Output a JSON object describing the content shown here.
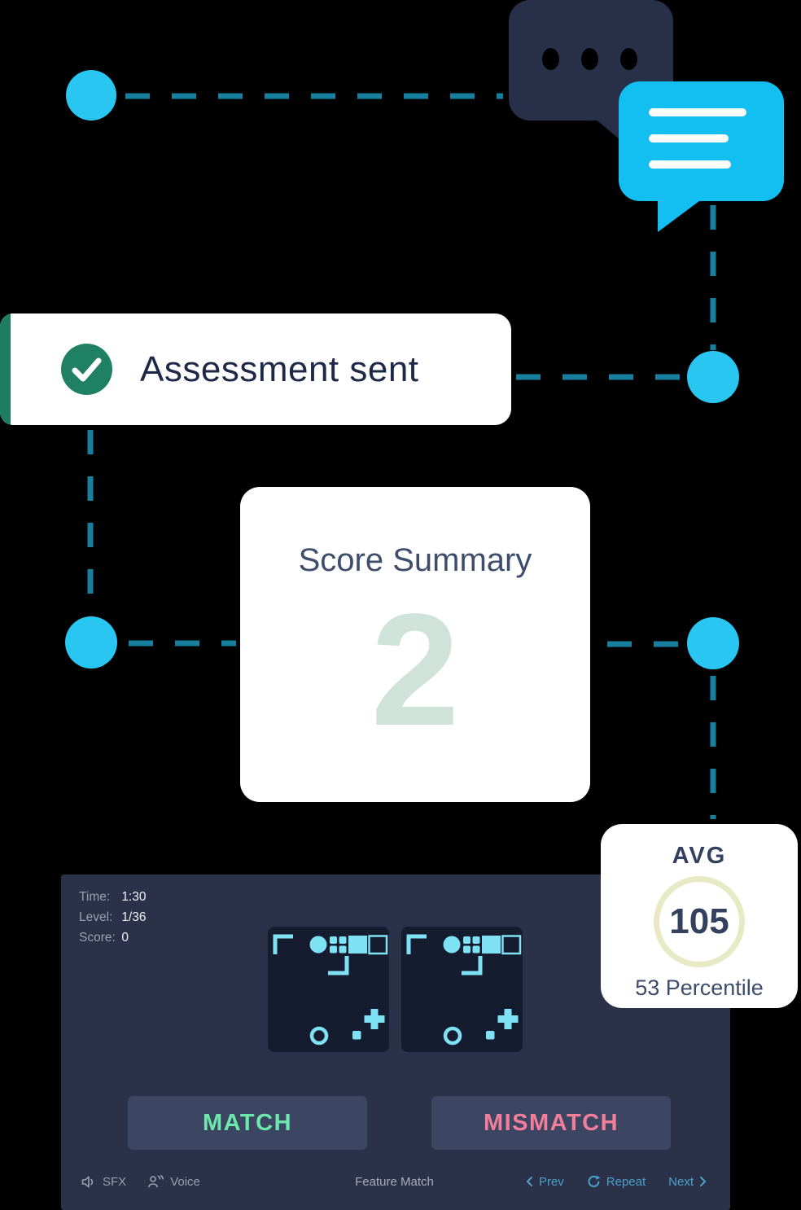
{
  "flow": {
    "assessment": {
      "label": "Assessment sent"
    },
    "score_summary": {
      "title": "Score Summary",
      "value": "2"
    },
    "avg": {
      "label": "AVG",
      "score": "105",
      "percentile": "53 Percentile"
    }
  },
  "game": {
    "stats": [
      {
        "label": "Time:",
        "value": "1:30"
      },
      {
        "label": "Level:",
        "value": "1/36"
      },
      {
        "label": "Score:",
        "value": "0"
      }
    ],
    "match_button": "MATCH",
    "mismatch_button": "MISMATCH",
    "footer": {
      "sfx": "SFX",
      "voice": "Voice",
      "game_title": "Feature Match",
      "prev": "Prev",
      "repeat": "Repeat",
      "next": "Next"
    }
  },
  "colors": {
    "accent_cyan": "#29c6f2",
    "connector_teal": "#17809f",
    "bubble_navy": "#283049",
    "bubble_cyan": "#12bff0",
    "check_green": "#1f8161",
    "score_value_mint": "#cfe3da",
    "ring_yellow": "#e8eac5",
    "panel_navy": "#2b3148",
    "tile_cyan": "#7fe1f4",
    "match_green": "#6ce8ac",
    "mismatch_pink": "#f27e9b"
  }
}
